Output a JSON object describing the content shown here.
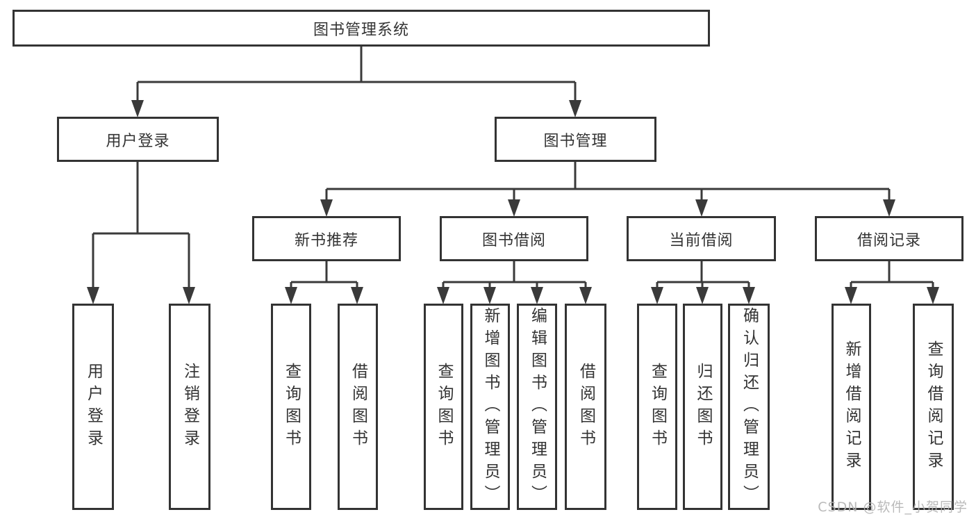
{
  "diagram": {
    "type": "tree",
    "root": "图书管理系统",
    "children": [
      {
        "label": "用户登录",
        "children": [
          {
            "label": "用户登录"
          },
          {
            "label": "注销登录"
          }
        ]
      },
      {
        "label": "图书管理",
        "children": [
          {
            "label": "新书推荐",
            "children": [
              {
                "label": "查询图书"
              },
              {
                "label": "借阅图书"
              }
            ]
          },
          {
            "label": "图书借阅",
            "children": [
              {
                "label": "查询图书"
              },
              {
                "label": "新增图书（管理员）"
              },
              {
                "label": "编辑图书（管理员）"
              },
              {
                "label": "借阅图书"
              }
            ]
          },
          {
            "label": "当前借阅",
            "children": [
              {
                "label": "查询图书"
              },
              {
                "label": "归还图书"
              },
              {
                "label": "确认归还（管理员）"
              }
            ]
          },
          {
            "label": "借阅记录",
            "children": [
              {
                "label": "新增借阅记录"
              },
              {
                "label": "查询借阅记录"
              }
            ]
          }
        ]
      }
    ]
  },
  "watermark": {
    "text": "CSDN @软件_小贺同学",
    "color": "#b3b3b3"
  },
  "colors": {
    "background": "#ffffff",
    "box_fill": "#ffffff",
    "box_border": "#333333",
    "line": "#3a3a3a",
    "text": "#333333"
  }
}
